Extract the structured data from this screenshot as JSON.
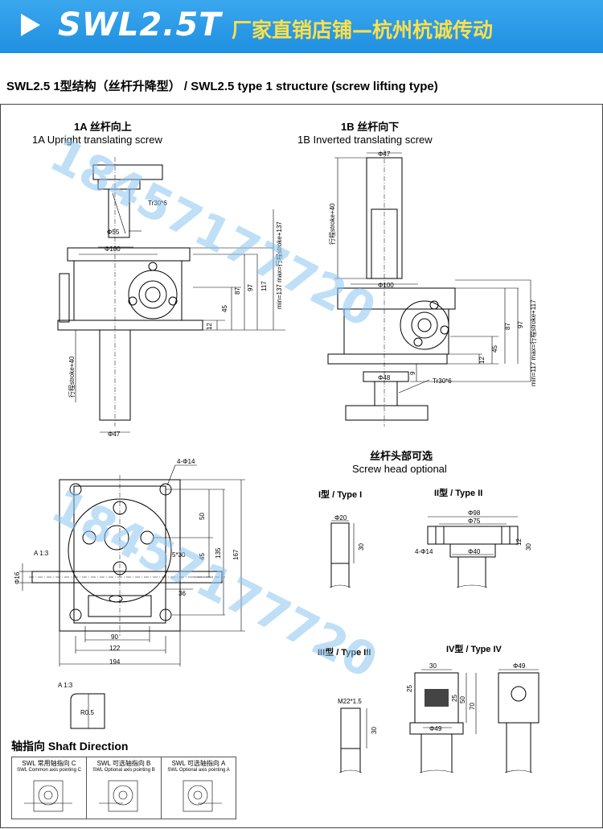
{
  "banner": {
    "model": "SWL2.5T",
    "shop": "厂家直销店铺—杭州杭诚传动"
  },
  "section_title": "SWL2.5 1型结构（丝杆升降型） / SWL2.5 type 1 structure (screw lifting type)",
  "view_1a": {
    "cn": "1A 丝杆向上",
    "en": "1A Upright translating screw"
  },
  "view_1b": {
    "cn": "1B 丝杆向下",
    "en": "1B Inverted translating screw"
  },
  "screw_head": {
    "cn": "丝杆头部可选",
    "en": "Screw head optional"
  },
  "types": {
    "t1": "I型 / Type I",
    "t2": "II型 / Type II",
    "t3": "III型 / Type III",
    "t4": "IV型 / Type IV"
  },
  "shaft_direction": {
    "title": "轴指向 Shaft Direction",
    "options": [
      {
        "cn": "SWL 常用轴指向 C",
        "en": "SWL Common axis pointing C"
      },
      {
        "cn": "SWL 可选轴指向 B",
        "en": "SWL Optional axis pointing B"
      },
      {
        "cn": "SWL 可选轴指向 A",
        "en": "SWL Optional axis pointing A"
      }
    ]
  },
  "dims": {
    "tr30": "Tr30*6",
    "d55": "Φ55",
    "d100": "Φ100",
    "d47": "Φ47",
    "d48": "Φ48",
    "n87": "87",
    "n97": "97",
    "n117": "117",
    "n45": "45",
    "n12": "12",
    "n9": "9",
    "min137": "min=137 max=行程stroke+137",
    "min117": "min=117 max=行程stroke+117",
    "stroke40": "行程stroke+40",
    "h4d14": "4-Φ14",
    "n50": "50",
    "n135": "135",
    "n167": "167",
    "k5x30": "5*30",
    "a13": "A\n1:3",
    "d16": "Φ16",
    "n36": "36",
    "n90": "90",
    "n122": "122",
    "n194": "194",
    "r05": "R0.5",
    "d20": "Φ20",
    "n30": "30",
    "d98": "Φ98",
    "d75": "Φ75",
    "d40": "Φ40",
    "d49": "Φ49",
    "m22": "M22*1.5",
    "n25": "25",
    "n70": "70"
  },
  "watermark": "18457177720"
}
